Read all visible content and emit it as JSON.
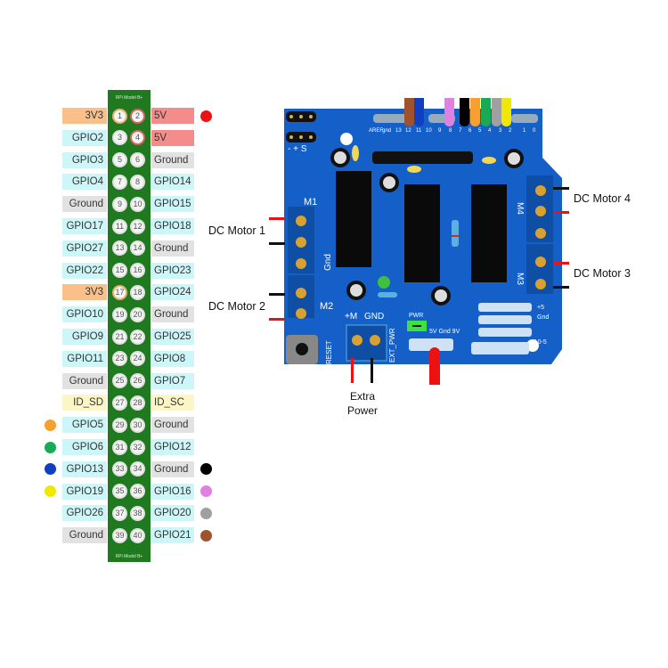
{
  "header": {
    "title_top": "RPi Model B+",
    "title_bottom": "RPi Model B+"
  },
  "pins": [
    {
      "left": {
        "num": "1",
        "label": "3V3",
        "type": "3v3"
      },
      "right": {
        "num": "2",
        "label": "5V",
        "type": "5v"
      }
    },
    {
      "left": {
        "num": "3",
        "label": "GPIO2",
        "type": "gpio"
      },
      "right": {
        "num": "4",
        "label": "5V",
        "type": "5v"
      }
    },
    {
      "left": {
        "num": "5",
        "label": "GPIO3",
        "type": "gpio"
      },
      "right": {
        "num": "6",
        "label": "Ground",
        "type": "gnd"
      }
    },
    {
      "left": {
        "num": "7",
        "label": "GPIO4",
        "type": "gpio"
      },
      "right": {
        "num": "8",
        "label": "GPIO14",
        "type": "gpio"
      }
    },
    {
      "left": {
        "num": "9",
        "label": "Ground",
        "type": "gnd"
      },
      "right": {
        "num": "10",
        "label": "GPIO15",
        "type": "gpio"
      }
    },
    {
      "left": {
        "num": "11",
        "label": "GPIO17",
        "type": "gpio"
      },
      "right": {
        "num": "12",
        "label": "GPIO18",
        "type": "gpio"
      }
    },
    {
      "left": {
        "num": "13",
        "label": "GPIO27",
        "type": "gpio"
      },
      "right": {
        "num": "14",
        "label": "Ground",
        "type": "gnd"
      }
    },
    {
      "left": {
        "num": "15",
        "label": "GPIO22",
        "type": "gpio"
      },
      "right": {
        "num": "16",
        "label": "GPIO23",
        "type": "gpio"
      }
    },
    {
      "left": {
        "num": "17",
        "label": "3V3",
        "type": "3v3"
      },
      "right": {
        "num": "18",
        "label": "GPIO24",
        "type": "gpio"
      }
    },
    {
      "left": {
        "num": "19",
        "label": "GPIO10",
        "type": "gpio"
      },
      "right": {
        "num": "20",
        "label": "Ground",
        "type": "gnd"
      }
    },
    {
      "left": {
        "num": "21",
        "label": "GPIO9",
        "type": "gpio"
      },
      "right": {
        "num": "22",
        "label": "GPIO25",
        "type": "gpio"
      }
    },
    {
      "left": {
        "num": "23",
        "label": "GPIO11",
        "type": "gpio"
      },
      "right": {
        "num": "24",
        "label": "GPIO8",
        "type": "gpio"
      }
    },
    {
      "left": {
        "num": "25",
        "label": "Ground",
        "type": "gnd"
      },
      "right": {
        "num": "26",
        "label": "GPIO7",
        "type": "gpio"
      }
    },
    {
      "left": {
        "num": "27",
        "label": "ID_SD",
        "type": "id"
      },
      "right": {
        "num": "28",
        "label": "ID_SC",
        "type": "id"
      }
    },
    {
      "left": {
        "num": "29",
        "label": "GPIO5",
        "type": "gpio",
        "wire": "#f7a030"
      },
      "right": {
        "num": "30",
        "label": "Ground",
        "type": "gnd"
      }
    },
    {
      "left": {
        "num": "31",
        "label": "GPIO6",
        "type": "gpio",
        "wire": "#1aaa55"
      },
      "right": {
        "num": "32",
        "label": "GPIO12",
        "type": "gpio"
      }
    },
    {
      "left": {
        "num": "33",
        "label": "GPIO13",
        "type": "gpio",
        "wire": "#1040c0"
      },
      "right": {
        "num": "34",
        "label": "Ground",
        "type": "gnd",
        "wire": "#000000"
      }
    },
    {
      "left": {
        "num": "35",
        "label": "GPIO19",
        "type": "gpio",
        "wire": "#f0e800"
      },
      "right": {
        "num": "36",
        "label": "GPIO16",
        "type": "gpio",
        "wire": "#e080e0"
      }
    },
    {
      "left": {
        "num": "37",
        "label": "GPIO26",
        "type": "gpio"
      },
      "right": {
        "num": "38",
        "label": "GPIO20",
        "type": "gpio",
        "wire": "#a0a0a0"
      }
    },
    {
      "left": {
        "num": "39",
        "label": "Ground",
        "type": "gnd"
      },
      "right": {
        "num": "40",
        "label": "GPIO21",
        "type": "gpio",
        "wire": "#a0522d"
      }
    }
  ],
  "pin1_wire": "#ee1111",
  "pin_colors": {
    "3v3": "#fbc08a",
    "5v": "#f58c8c",
    "gpio": "#cdf6f9",
    "gnd": "#e2e2e2",
    "id": "#fcf6c6"
  },
  "board": {
    "color": "#1560c8",
    "top_labels": [
      "AREF",
      "gnd",
      "13",
      "12",
      "11",
      "10",
      "9",
      "8",
      "7",
      "6",
      "5",
      "4",
      "3",
      "2",
      "1",
      "0"
    ],
    "servo_labels": "- + S",
    "m1": "M1",
    "m2": "M2",
    "m3": "M3",
    "m4": "M4",
    "gnd_label": "Gnd",
    "reset_label": "RESET",
    "plus_m": "+M",
    "gnd_power": "GND",
    "ext_pwr": "EXT_PWR",
    "pwr": "PWR",
    "power_header": "5V Gnd 9V",
    "plus5": "+5",
    "gnd_right": "Gnd",
    "analog": "A0-5",
    "header_wires": [
      "#a0522d",
      "#1040c0",
      "#e080e0",
      "#000000",
      "#f7a030",
      "#1aaa55",
      "#a0a0a0",
      "#f0e800"
    ]
  },
  "annotations": {
    "motor1": "DC Motor 1",
    "motor2": "DC Motor 2",
    "motor3": "DC Motor 3",
    "motor4": "DC Motor 4",
    "extra_power_line1": "Extra",
    "extra_power_line2": "Power"
  }
}
